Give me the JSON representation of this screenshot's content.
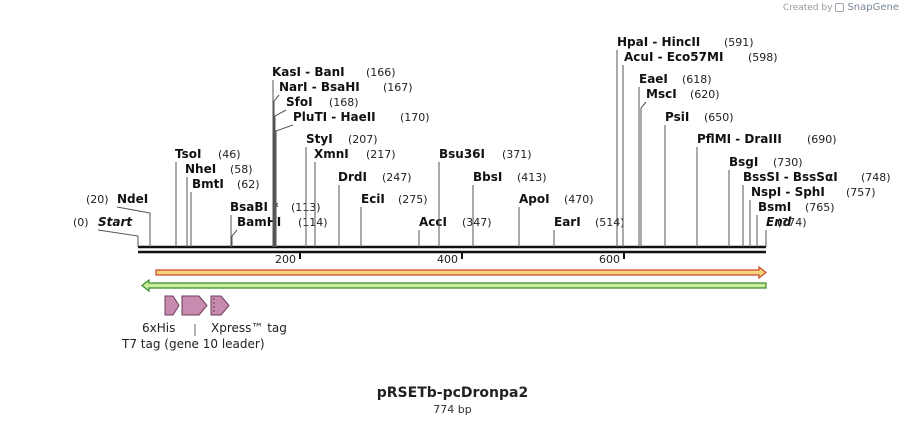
{
  "credit": {
    "prefix": "Created by",
    "brand": "SnapGene"
  },
  "title": "pRSETb-pcDronpa2",
  "length_label": "774 bp",
  "ruler": {
    "ticks": [
      "200",
      "400",
      "600"
    ]
  },
  "sites": [
    {
      "name": "Start",
      "pos": "(0)",
      "italic": true,
      "star": false
    },
    {
      "name": "NdeI",
      "pos": "(20)",
      "star": false
    },
    {
      "name": "TsoI",
      "pos": "(46)",
      "star": false
    },
    {
      "name": "NheI",
      "pos": "(58)",
      "star": false
    },
    {
      "name": "BmtI",
      "pos": "(62)",
      "star": false
    },
    {
      "name": "BsaBI",
      "pos": "(113)",
      "star": true
    },
    {
      "name": "BamHI",
      "pos": "(114)",
      "star": false
    },
    {
      "name": "KasI  -  BanI",
      "pos": "(166)",
      "star": false
    },
    {
      "name": "NarI  -  BsaHI",
      "pos": "(167)",
      "star": false
    },
    {
      "name": "SfoI",
      "pos": "(168)",
      "star": false
    },
    {
      "name": "PluTI  -  HaeII",
      "pos": "(170)",
      "star": false
    },
    {
      "name": "StyI",
      "pos": "(207)",
      "star": false
    },
    {
      "name": "XmnI",
      "pos": "(217)",
      "star": false
    },
    {
      "name": "DrdI",
      "pos": "(247)",
      "star": false
    },
    {
      "name": "EciI",
      "pos": "(275)",
      "star": false
    },
    {
      "name": "AccI",
      "pos": "(347)",
      "star": false
    },
    {
      "name": "Bsu36I",
      "pos": "(371)",
      "star": false
    },
    {
      "name": "BbsI",
      "pos": "(413)",
      "star": false
    },
    {
      "name": "ApoI",
      "pos": "(470)",
      "star": false
    },
    {
      "name": "EarI",
      "pos": "(514)",
      "star": false
    },
    {
      "name": "HpaI  -  HincII",
      "pos": "(591)",
      "star": false
    },
    {
      "name": "AcuI  -  Eco57MI",
      "pos": "(598)",
      "star": false
    },
    {
      "name": "EaeI",
      "pos": "(618)",
      "star": false
    },
    {
      "name": "MscI",
      "pos": "(620)",
      "star": false
    },
    {
      "name": "PsiI",
      "pos": "(650)",
      "star": false
    },
    {
      "name": "PflMI  -  DraIII",
      "pos": "(690)",
      "star": false
    },
    {
      "name": "BsgI",
      "pos": "(730)",
      "star": false
    },
    {
      "name": "BssSI  -  BssSαI",
      "pos": "(748)",
      "star": false
    },
    {
      "name": "NspI  -  SphI",
      "pos": "(757)",
      "star": false
    },
    {
      "name": "BsmI",
      "pos": "(765)",
      "star": false
    },
    {
      "name": "End",
      "pos": "(774)",
      "italic": true,
      "star": false
    }
  ],
  "features": [
    {
      "name": "6xHis",
      "color": "#c98ab0"
    },
    {
      "name": "T7 tag (gene 10 leader)",
      "color": "#c98ab0"
    },
    {
      "name": "Xpress™ tag",
      "color": "#c98ab0"
    }
  ],
  "colors": {
    "forward_arrow_fill": "#f6d37a",
    "forward_arrow_stroke": "#c8442a",
    "reverse_arrow_fill": "#c8ee9a",
    "reverse_arrow_stroke": "#3c8a2a",
    "backbone": "#111111"
  }
}
